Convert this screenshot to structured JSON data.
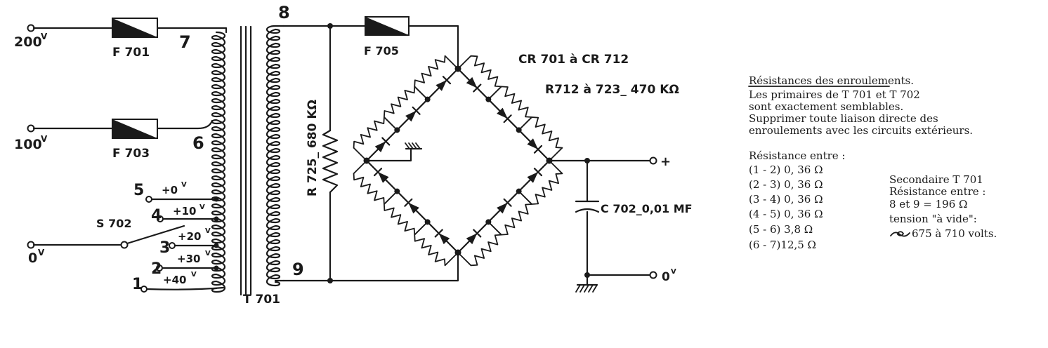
{
  "supply": {
    "in_200": "200",
    "in_100": "100",
    "in_0": "0",
    "volt_mark": "V",
    "fuse_f701": "F 701",
    "fuse_f703": "F 703",
    "fuse_f705": "F 705",
    "switch": "S 702"
  },
  "taps": {
    "t1": "1",
    "t2": "2",
    "t3": "3",
    "t4": "4",
    "t5": "5",
    "t6": "6",
    "t7": "7",
    "t8": "8",
    "t9": "9",
    "v0": "+0",
    "v10": "+10",
    "v20": "+20",
    "v30": "+30",
    "v40": "+40"
  },
  "transformer": "T 701",
  "resistor_r725": "R 725_ 680 KΩ",
  "bridge": {
    "diodes": "CR 701 à CR 712",
    "resistors": "R712 à 723_ 470 KΩ"
  },
  "capacitor": "C 702_0,01 MF",
  "outputs": {
    "plus": "+",
    "zero": "0",
    "volt_mark": "V"
  },
  "notes": {
    "heading": "Résistances des enroulements.",
    "line1": "Les primaires de T 701 et T 702",
    "line2": "sont exactement semblables.",
    "line3": "Supprimer toute liaison directe des",
    "line4": "enroulements avec les circuits extérieurs.",
    "res_heading": "Résistance entre :",
    "rows": [
      "(1 - 2) 0, 36 Ω",
      "(2 - 3) 0, 36 Ω",
      "(3 - 4) 0, 36 Ω",
      "(4 - 5) 0, 36 Ω",
      "(5 - 6) 3,8 Ω",
      "(6 - 7)12,5 Ω"
    ],
    "sec1": "Secondaire T 701",
    "sec2": "Résistance entre :",
    "sec3": "8 et 9 = 196 Ω",
    "sec4": "tension  \"à vide\":",
    "sec5": "675 à 710 volts."
  }
}
